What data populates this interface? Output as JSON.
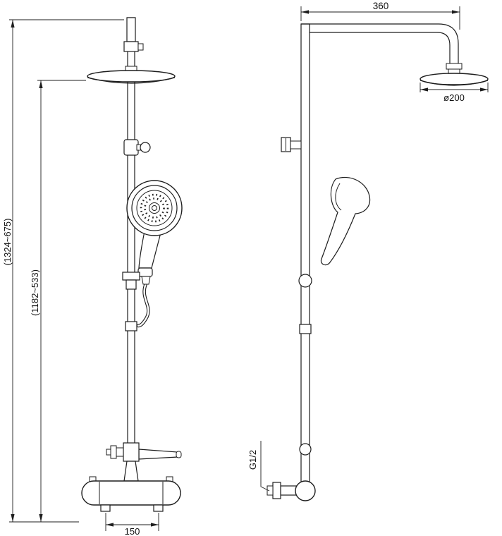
{
  "drawing": {
    "type": "technical-drawing",
    "subject": "thermostatic shower column, front and side views",
    "colors": {
      "line": "#1d1d1d",
      "background": "#ffffff",
      "text": "#111111"
    },
    "dims": {
      "overall_height": "(1324~675)",
      "inner_height": "(1182~533)",
      "bottom_width": "150",
      "top_width": "360",
      "head_diameter": "ø200",
      "thread_size": "G1/2"
    }
  }
}
